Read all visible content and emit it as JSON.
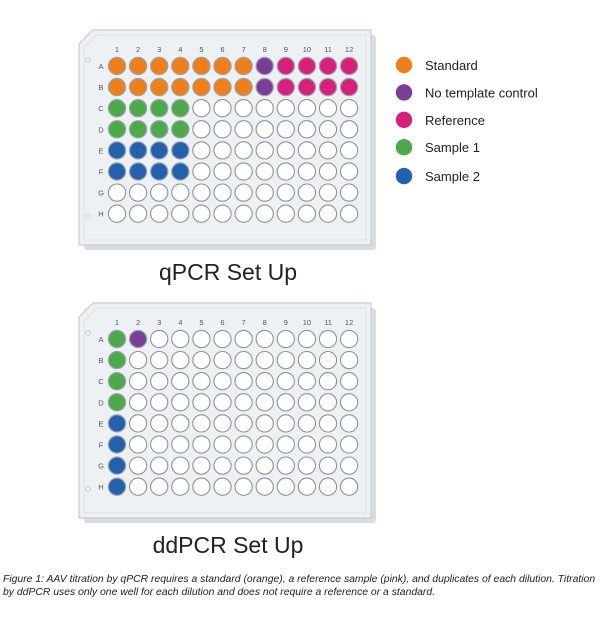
{
  "colors": {
    "orange": "#f07f1a",
    "purple": "#7b3e98",
    "pink": "#d81f7c",
    "green": "#4caa4a",
    "blue": "#2361ad",
    "empty": "#ffffff",
    "plate": "#eef1f3",
    "plate_edge": "#c7cdd3",
    "label": "#4a5a66"
  },
  "legend": [
    {
      "label": "Standard",
      "color": "orange"
    },
    {
      "label": "No template control",
      "color": "purple"
    },
    {
      "label": "Reference",
      "color": "pink"
    },
    {
      "label": "Sample 1",
      "color": "green"
    },
    {
      "label": "Sample 2",
      "color": "blue"
    }
  ],
  "plates": [
    {
      "title": "qPCR Set Up",
      "columns": [
        "1",
        "2",
        "3",
        "4",
        "5",
        "6",
        "7",
        "8",
        "9",
        "10",
        "11",
        "12"
      ],
      "rows": [
        "A",
        "B",
        "C",
        "D",
        "E",
        "F",
        "G",
        "H"
      ],
      "wells": [
        [
          "orange",
          "orange",
          "orange",
          "orange",
          "orange",
          "orange",
          "orange",
          "purple",
          "pink",
          "pink",
          "pink",
          "pink"
        ],
        [
          "orange",
          "orange",
          "orange",
          "orange",
          "orange",
          "orange",
          "orange",
          "purple",
          "pink",
          "pink",
          "pink",
          "pink"
        ],
        [
          "green",
          "green",
          "green",
          "green",
          "empty",
          "empty",
          "empty",
          "empty",
          "empty",
          "empty",
          "empty",
          "empty"
        ],
        [
          "green",
          "green",
          "green",
          "green",
          "empty",
          "empty",
          "empty",
          "empty",
          "empty",
          "empty",
          "empty",
          "empty"
        ],
        [
          "blue",
          "blue",
          "blue",
          "blue",
          "empty",
          "empty",
          "empty",
          "empty",
          "empty",
          "empty",
          "empty",
          "empty"
        ],
        [
          "blue",
          "blue",
          "blue",
          "blue",
          "empty",
          "empty",
          "empty",
          "empty",
          "empty",
          "empty",
          "empty",
          "empty"
        ],
        [
          "empty",
          "empty",
          "empty",
          "empty",
          "empty",
          "empty",
          "empty",
          "empty",
          "empty",
          "empty",
          "empty",
          "empty"
        ],
        [
          "empty",
          "empty",
          "empty",
          "empty",
          "empty",
          "empty",
          "empty",
          "empty",
          "empty",
          "empty",
          "empty",
          "empty"
        ]
      ]
    },
    {
      "title": "ddPCR Set Up",
      "columns": [
        "1",
        "2",
        "3",
        "4",
        "5",
        "6",
        "7",
        "8",
        "9",
        "10",
        "11",
        "12"
      ],
      "rows": [
        "A",
        "B",
        "C",
        "D",
        "E",
        "F",
        "G",
        "H"
      ],
      "wells": [
        [
          "green",
          "purple",
          "empty",
          "empty",
          "empty",
          "empty",
          "empty",
          "empty",
          "empty",
          "empty",
          "empty",
          "empty"
        ],
        [
          "green",
          "empty",
          "empty",
          "empty",
          "empty",
          "empty",
          "empty",
          "empty",
          "empty",
          "empty",
          "empty",
          "empty"
        ],
        [
          "green",
          "empty",
          "empty",
          "empty",
          "empty",
          "empty",
          "empty",
          "empty",
          "empty",
          "empty",
          "empty",
          "empty"
        ],
        [
          "green",
          "empty",
          "empty",
          "empty",
          "empty",
          "empty",
          "empty",
          "empty",
          "empty",
          "empty",
          "empty",
          "empty"
        ],
        [
          "blue",
          "empty",
          "empty",
          "empty",
          "empty",
          "empty",
          "empty",
          "empty",
          "empty",
          "empty",
          "empty",
          "empty"
        ],
        [
          "blue",
          "empty",
          "empty",
          "empty",
          "empty",
          "empty",
          "empty",
          "empty",
          "empty",
          "empty",
          "empty",
          "empty"
        ],
        [
          "blue",
          "empty",
          "empty",
          "empty",
          "empty",
          "empty",
          "empty",
          "empty",
          "empty",
          "empty",
          "empty",
          "empty"
        ],
        [
          "blue",
          "empty",
          "empty",
          "empty",
          "empty",
          "empty",
          "empty",
          "empty",
          "empty",
          "empty",
          "empty",
          "empty"
        ]
      ]
    }
  ],
  "caption": "Figure 1: AAV titration by qPCR requires a standard (orange), a reference sample (pink), and duplicates of each dilution. Titration by ddPCR uses only one well for each dilution and does not require a reference or a standard."
}
